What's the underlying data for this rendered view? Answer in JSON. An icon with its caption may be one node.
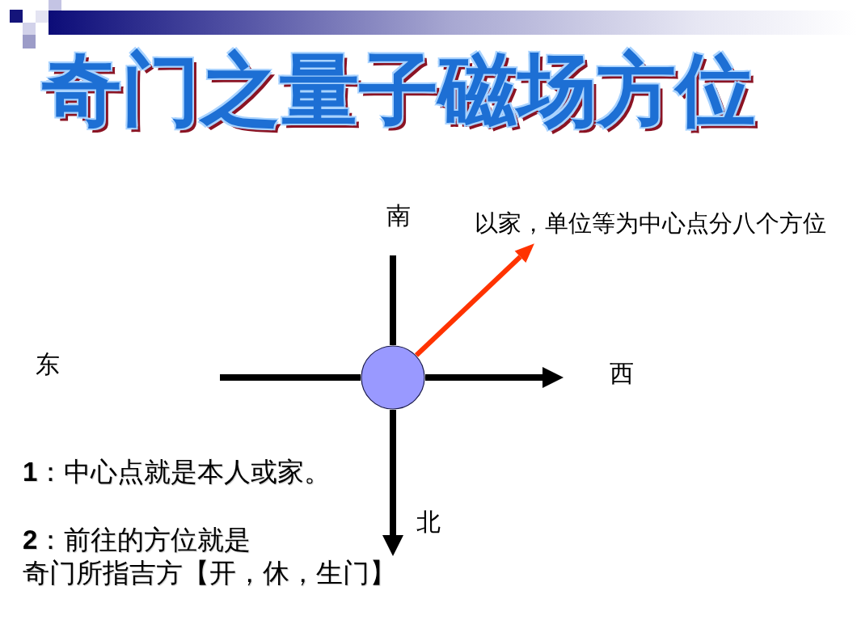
{
  "diagram": {
    "title": "奇门之量子磁场方位",
    "nodes": [
      {
        "text": [],
        "shape": "circle"
      },
      {
        "text": [
          "以家，单位等为中心点分八个方位"
        ]
      }
    ],
    "edges": [
      {
        "from": 0,
        "to": 1,
        "arrow": "to",
        "color": "#ff3300"
      },
      {
        "from": 0,
        "to": null,
        "arrow": "none"
      },
      {
        "from": 0,
        "to": null,
        "arrow": "to"
      },
      {
        "from": 0,
        "to": null,
        "arrow": "none"
      },
      {
        "from": 0,
        "to": null,
        "arrow": "to"
      }
    ],
    "labels": [
      "南",
      "东",
      "西",
      "**1**：中心点就是本人或家。",
      "北",
      "**2**：前往的方位就是",
      "奇门所指吉方【开，休，生门】"
    ]
  }
}
